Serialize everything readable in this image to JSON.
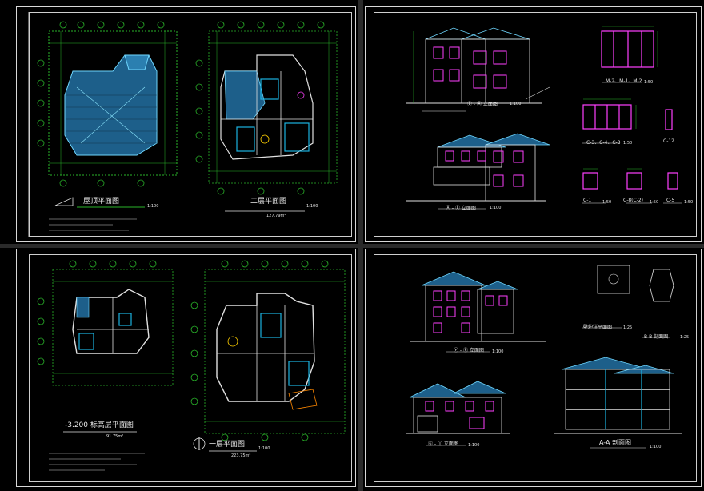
{
  "sheets": {
    "top_left": {
      "roof_title": "屋顶平面图",
      "roof_scale": "1:100",
      "second_title": "二层平面图",
      "second_scale": "1:100",
      "second_area": "127.79m²"
    },
    "top_right": {
      "elev1_title": "Ⓛ - Ⓐ 立面图",
      "elev1_scale": "1:100",
      "elev2_title": "Ⓐ - Ⓛ 立面图",
      "elev2_scale": "1:100",
      "door_title": "M-2、M-1、M-2",
      "door_scale": "1:50",
      "c3_title": "C-3、C-4、C-3",
      "c3_scale": "1:50",
      "c12_title": "C-12",
      "c1_title": "C-1",
      "c1_scale": "1:50",
      "c8_title": "C-8(C-2)",
      "c8_scale": "1:50",
      "c5_title": "C-5",
      "c5_scale": "1:50"
    },
    "bottom_left": {
      "basement_title": "-3.200 标高层平面图",
      "basement_area": "91.75m²",
      "first_title": "一层平面图",
      "first_scale": "1:100",
      "first_area": "223.75m²"
    },
    "bottom_right": {
      "elev3_title": "Ⓕ - Ⓡ 立面图",
      "elev3_scale": "1:100",
      "elev4_title": "Ⓖ - Ⓘ 立面图",
      "elev4_scale": "1:100",
      "section_title": "A-A 剖面图",
      "section_scale": "1:100",
      "detail1_title": "壁炉详平面图",
      "detail1_scale": "1:25",
      "detail2_title": "B-B 剖面图",
      "detail2_scale": "1:25"
    }
  }
}
